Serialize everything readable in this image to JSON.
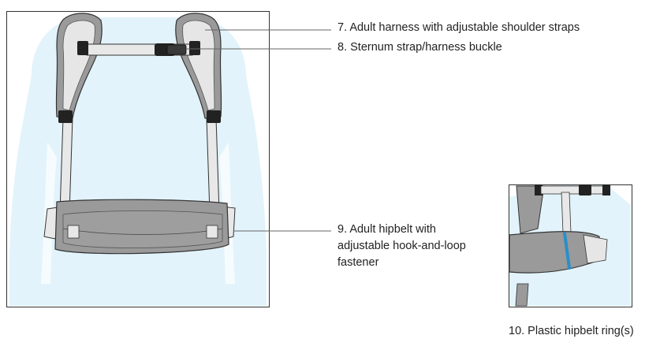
{
  "colors": {
    "body_fill": "#e2f3fb",
    "harness_fill": "#9a9a9a",
    "padding_fill": "#e6e6e6",
    "strap_fill": "#e8e8e8",
    "outline": "#333333",
    "buckle": "#222222",
    "hipbelt_ring": "#2a8fc9",
    "leader_line": "#666666"
  },
  "callouts": {
    "item7": "7. Adult harness with adjustable shoulder straps",
    "item8": "8. Sternum strap/harness buckle",
    "item9_line1": "9. Adult hipbelt with",
    "item9_line2": "adjustable hook-and-loop",
    "item9_line3": "fastener",
    "item10": "10. Plastic hipbelt ring(s)"
  }
}
